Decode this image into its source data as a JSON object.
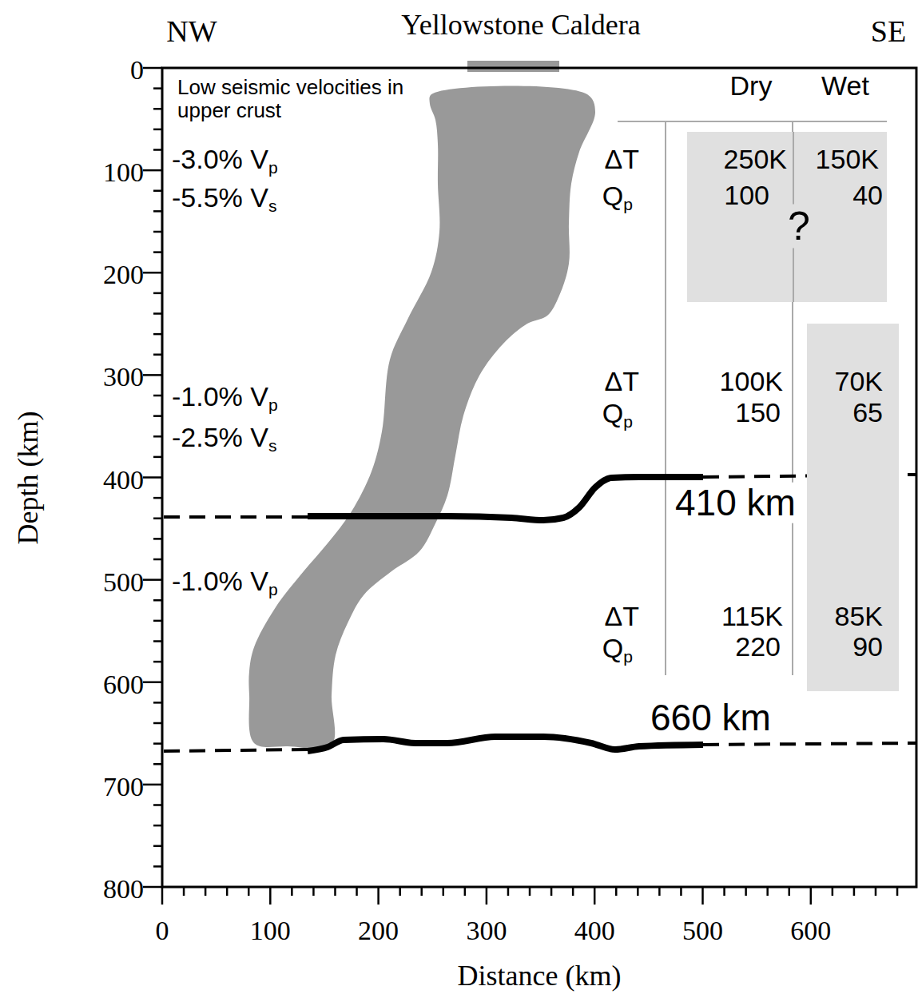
{
  "diagram": {
    "nodes": [
      {
        "text": [
          "250K",
          "150K",
          "100",
          "40",
          "?"
        ]
      },
      {
        "text": [
          "70K",
          "65",
          "85K",
          "90"
        ]
      }
    ],
    "labels": [
      "NW",
      "Yellowstone Caldera",
      "SE",
      "Low seismic velocities in upper crust",
      "-3.0% Vp",
      "-5.5% Vs",
      "-1.0% Vp",
      "-2.5% Vs",
      "-1.0% Vp",
      "Dry",
      "Wet",
      "ΔT",
      "Qp",
      "ΔT",
      "Qp",
      "100K",
      "150",
      "ΔT",
      "Qp",
      "115K",
      "220",
      "410 km",
      "660 km",
      "0",
      "100",
      "200",
      "300",
      "400",
      "500",
      "600",
      "700",
      "800",
      "0",
      "100",
      "200",
      "300",
      "400",
      "500",
      "600",
      "Depth (km)",
      "Distance (km)"
    ]
  }
}
